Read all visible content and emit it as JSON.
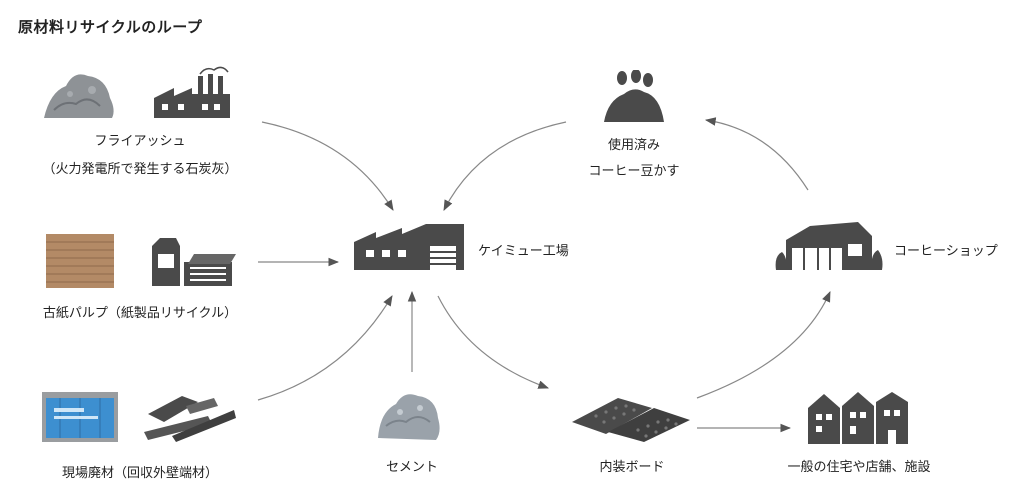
{
  "title": "原材料リサイクルのループ",
  "nodes": {
    "flyash": {
      "line1": "フライアッシュ",
      "line2": "（火力発電所で発生する石炭灰）"
    },
    "pulp": {
      "label": "古紙パルプ（紙製品リサイクル）"
    },
    "waste": {
      "label": "現場廃材（回収外壁端材）"
    },
    "cement": {
      "label": "セメント"
    },
    "coffee_grounds": {
      "line1": "使用済み",
      "line2": "コーヒー豆かす"
    },
    "factory": {
      "label": "ケイミュー工場"
    },
    "coffee_shop": {
      "label": "コーヒーショップ"
    },
    "board": {
      "label": "内装ボード"
    },
    "buildings": {
      "label": "一般の住宅や店舗、施設"
    }
  },
  "colors": {
    "icon": "#4a4a4a",
    "arrow": "#555555",
    "ash": "#8e9296",
    "pulp": "#b38a66",
    "container": "#3d8fd0"
  }
}
